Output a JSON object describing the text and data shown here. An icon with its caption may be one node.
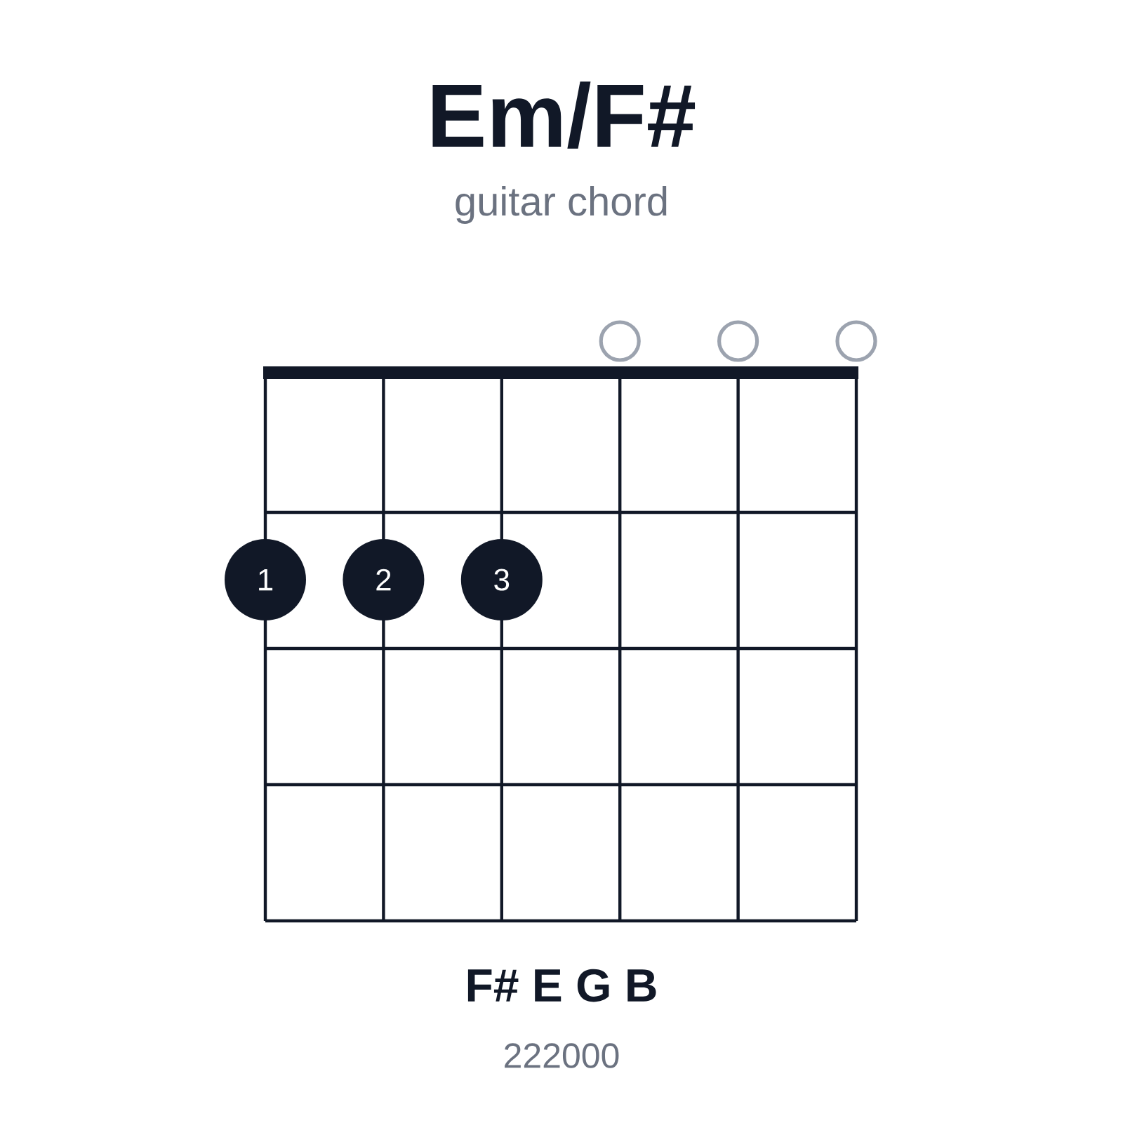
{
  "diagram": {
    "title": "Em/F#",
    "nodes": [
      {
        "text": [],
        "shape": "circle"
      },
      {
        "text": [],
        "shape": "circle"
      },
      {
        "text": [],
        "shape": "circle"
      },
      {
        "text": [
          "1"
        ]
      },
      {
        "text": [
          "2"
        ]
      },
      {
        "text": [
          "3"
        ]
      }
    ],
    "labels": [
      "guitar chord",
      "F# E G B",
      "222000"
    ]
  }
}
